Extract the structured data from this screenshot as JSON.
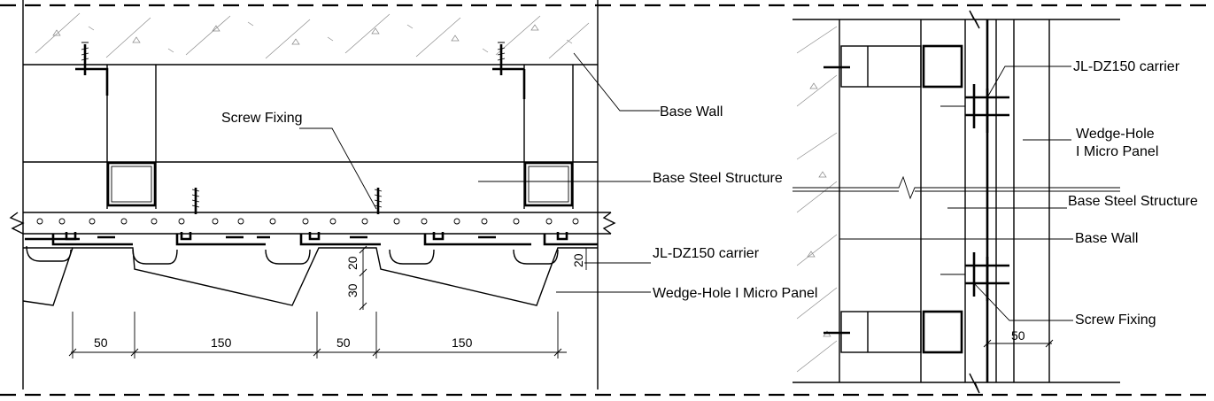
{
  "left_view": {
    "labels": {
      "base_wall": "Base Wall",
      "screw_fixing": "Screw Fixing",
      "base_steel_structure": "Base Steel Structure",
      "carrier": "JL-DZ150 carrier",
      "panel": "Wedge-Hole I Micro Panel"
    },
    "dimensions": {
      "d1": "50",
      "d2": "150",
      "d3": "50",
      "d4": "150",
      "v20": "20",
      "v30": "30",
      "v20b": "20"
    }
  },
  "right_view": {
    "labels": {
      "carrier": "JL-DZ150 carrier",
      "panel_line1": "Wedge-Hole",
      "panel_line2": "I Micro Panel",
      "base_steel_structure": "Base Steel Structure",
      "base_wall": "Base Wall",
      "screw_fixing": "Screw Fixing"
    },
    "dimensions": {
      "d50": "50"
    }
  }
}
